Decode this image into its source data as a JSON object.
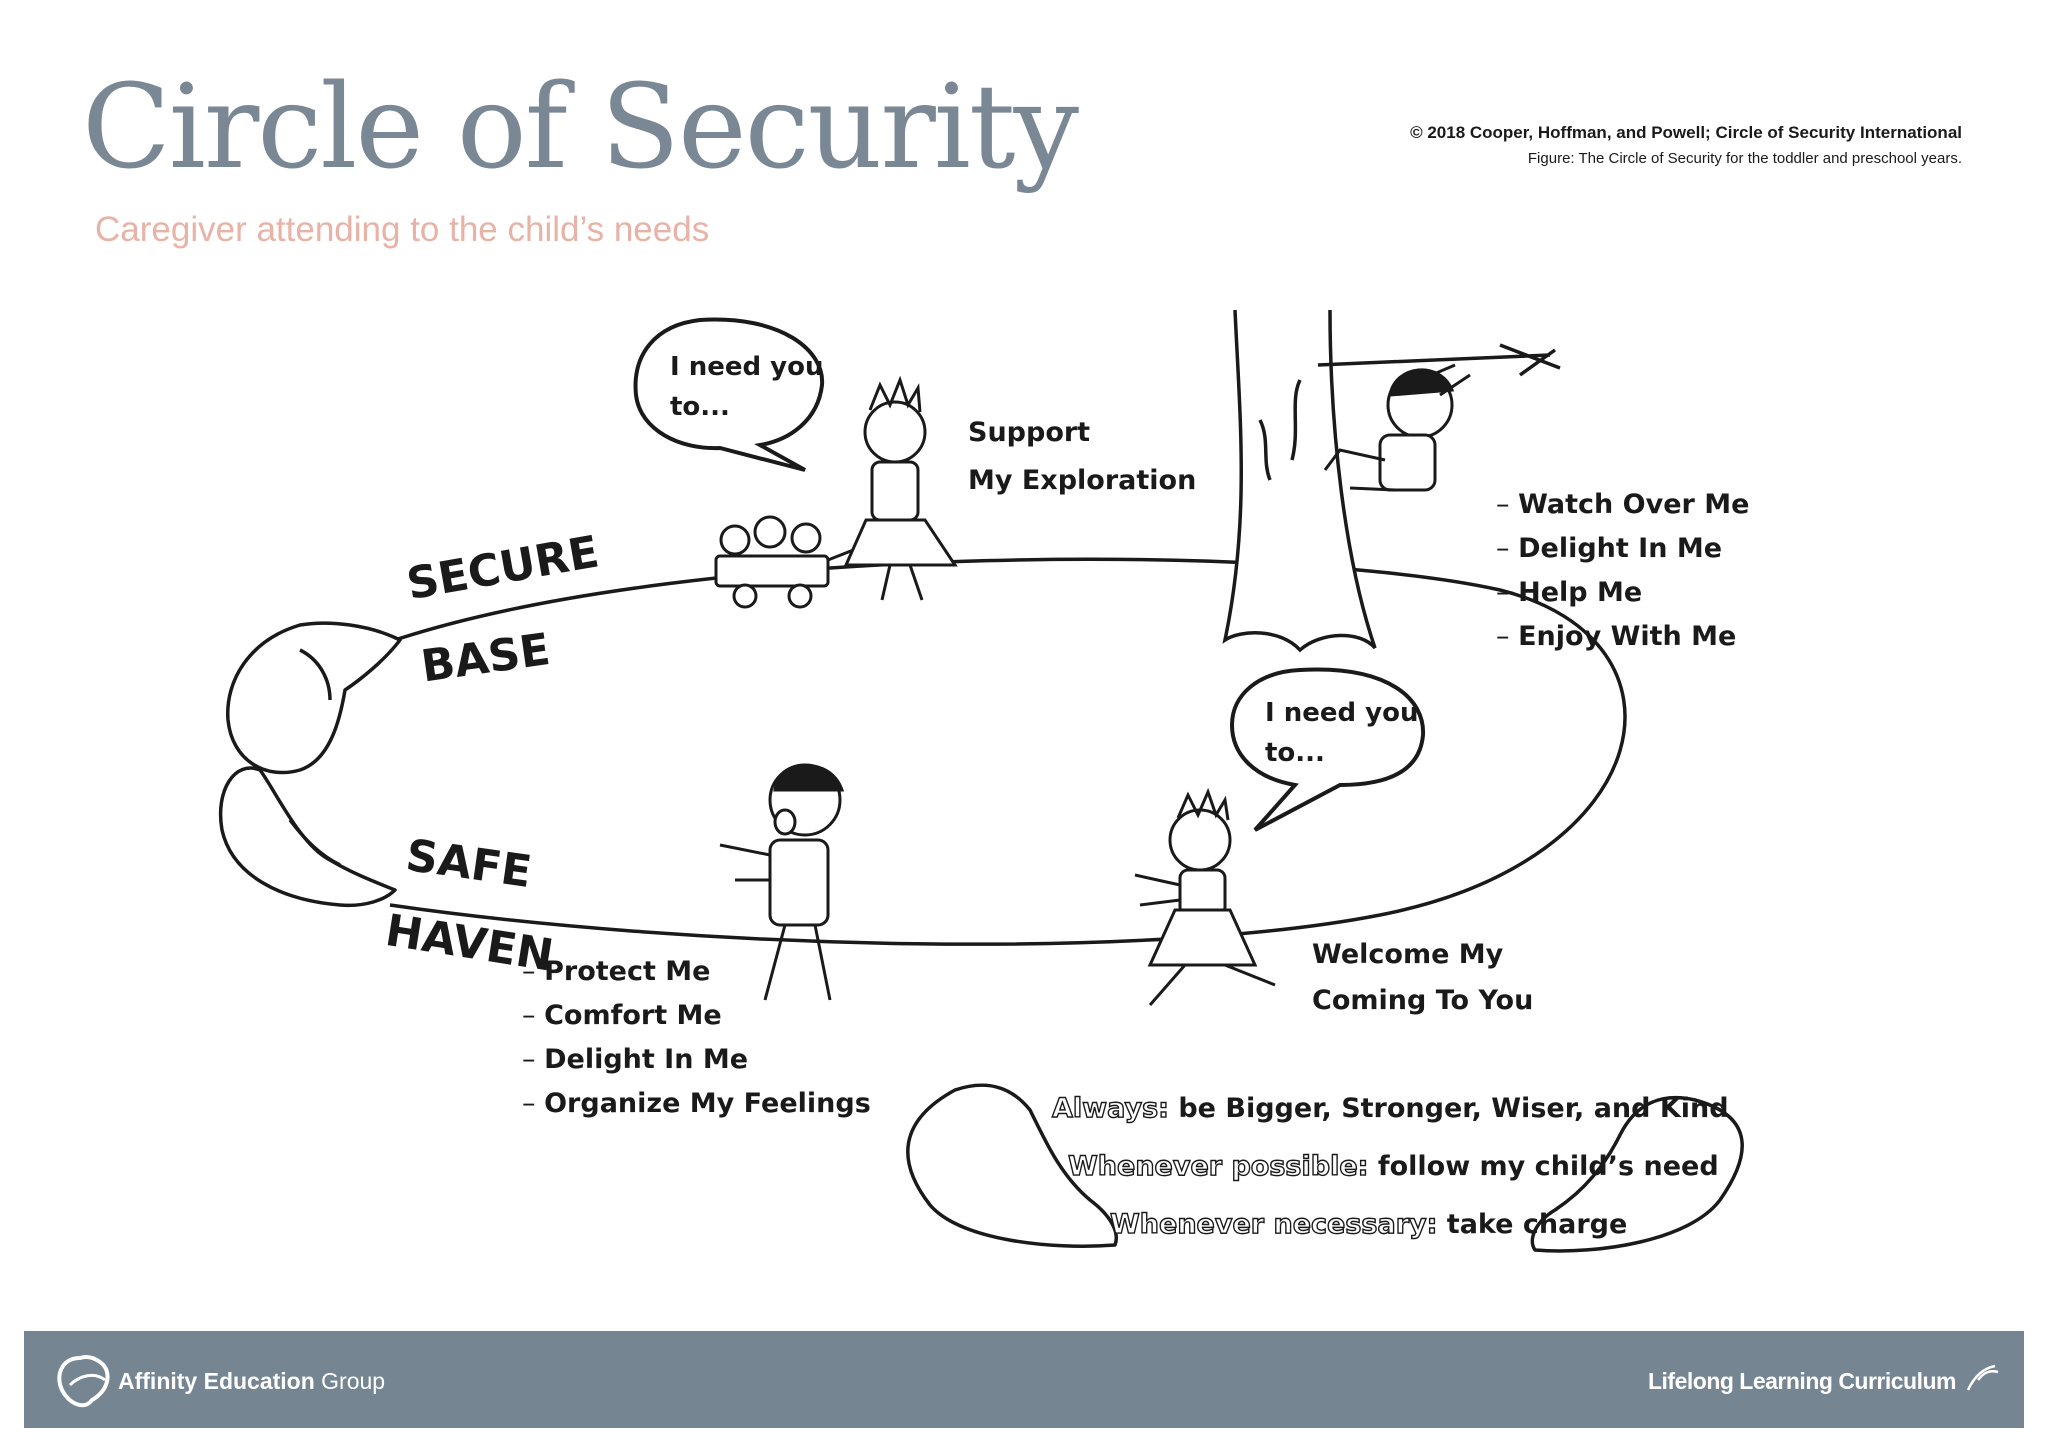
{
  "header": {
    "title": "Circle of Security",
    "subtitle": "Caregiver attending to the child’s needs",
    "copyright": "© 2018 Cooper, Hoffman, and Powell; Circle of Security International",
    "caption": "Figure: The Circle of Security for the toddler and preschool years."
  },
  "diagram": {
    "bubble_top": {
      "line1": "I need you",
      "line2": "to..."
    },
    "bubble_bottom": {
      "line1": "I need you",
      "line2": "to..."
    },
    "support": {
      "line1": "Support",
      "line2": "My Exploration"
    },
    "secure_base": {
      "line1": "SECURE",
      "line2": "BASE"
    },
    "safe_haven": {
      "line1": "SAFE",
      "line2": "HAVEN"
    },
    "top_right_needs": [
      "Watch Over Me",
      "Delight In Me",
      "Help Me",
      "Enjoy With Me"
    ],
    "bottom_left_needs": [
      "Protect Me",
      "Comfort Me",
      "Delight In Me",
      "Organize My Feelings"
    ],
    "welcome": {
      "line1": "Welcome My",
      "line2": "Coming To You"
    },
    "rules": {
      "always_key": "Always:",
      "always_text": " be Bigger, Stronger, Wiser, and Kind",
      "possible_key": "Whenever possible:",
      "possible_text": " follow my child’s need",
      "necessary_key": "Whenever necessary:",
      "necessary_text": " take charge"
    }
  },
  "footer": {
    "brand_bold": "Affinity Education",
    "brand_light": " Group",
    "curriculum": "Lifelong Learning Curriculum"
  },
  "colors": {
    "title": "#7a8794",
    "subtitle": "#e8b3a6",
    "footer": "#758592"
  }
}
